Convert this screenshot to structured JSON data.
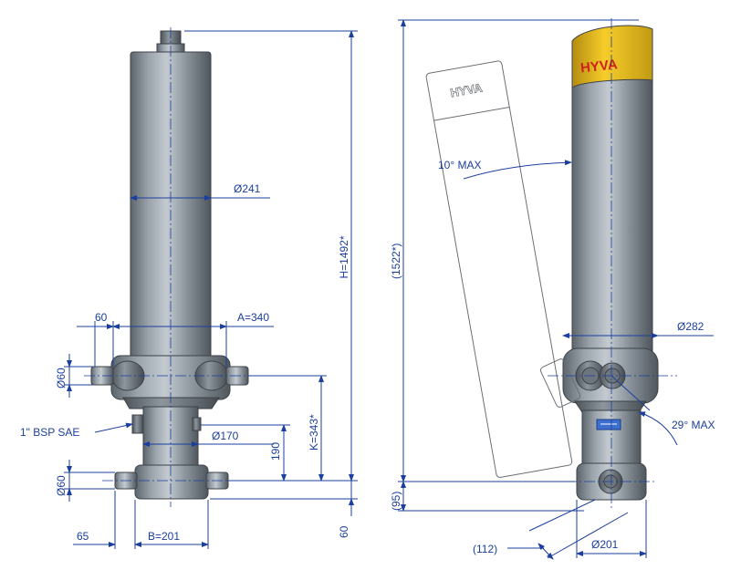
{
  "left_view": {
    "diameter_top": "Ø241",
    "height": "H=1492*",
    "a_dim": "A=340",
    "offset_top": "60",
    "pin_diameter_top": "Ø60",
    "port": "1\" BSP SAE",
    "diameter_base": "Ø170",
    "dim_190": "190",
    "k_dim": "K=343*",
    "pin_diameter_bottom": "Ø60",
    "dim_65": "65",
    "b_dim": "B=201",
    "dim_60_bottom": "60"
  },
  "right_view": {
    "logo_text": "HYVA",
    "ghost_logo_text": "HYVA",
    "tilt": "10° MAX",
    "height_total": "(1522*)",
    "diameter_collar": "Ø282",
    "swing": "29° MAX",
    "dim_95": "(95)",
    "dim_112": "(112)",
    "diameter_base": "Ø201"
  },
  "colors": {
    "cylinder_body": "#8e979f",
    "dimension_lines": "#1b3f9e",
    "logo_band": "#f2c21a",
    "logo_text": "#d0201a"
  }
}
